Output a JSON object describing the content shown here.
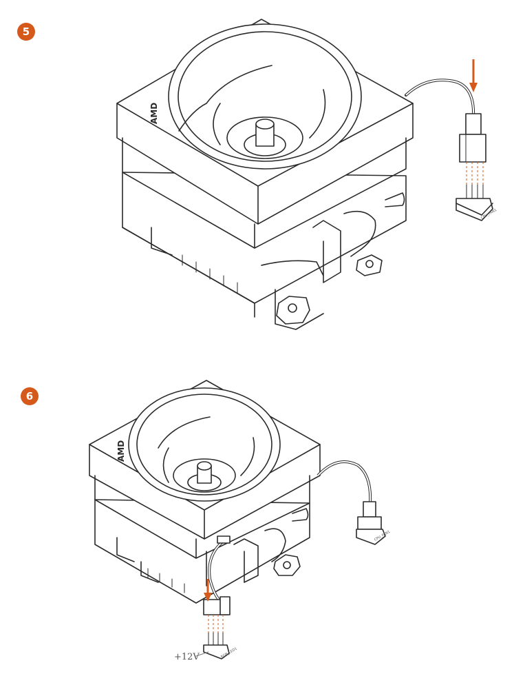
{
  "steps": [
    {
      "number": "5",
      "badge_color": "#d4591b",
      "cooler_logo": "AMD",
      "header_label": "CPU_FAN1"
    },
    {
      "number": "6",
      "badge_color": "#d4591b",
      "cooler_logo": "AMD",
      "header_label": "CPU_FAN1",
      "rgb_header_label": "RGB_LED1",
      "voltage_label": "+12V"
    }
  ],
  "accent_color": "#d4591b",
  "arrow_icon": "down-arrow-icon"
}
